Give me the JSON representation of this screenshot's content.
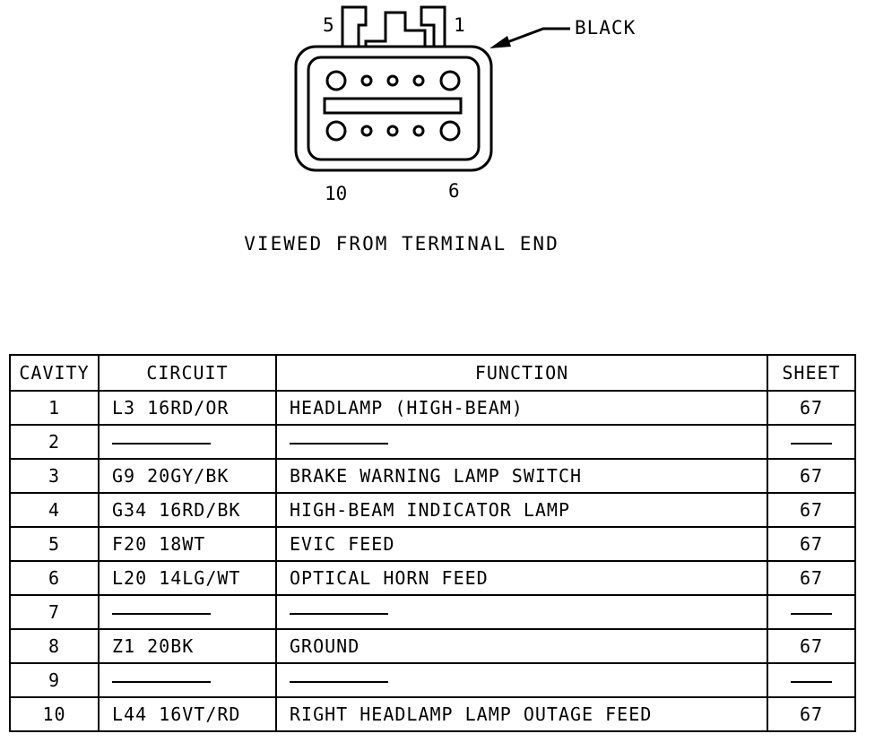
{
  "connector": {
    "pin_top_left": "5",
    "pin_top_right": "1",
    "pin_bottom_left": "10",
    "pin_bottom_right": "6",
    "color_label": "BLACK",
    "view_caption": "VIEWED FROM TERMINAL END"
  },
  "table": {
    "headers": {
      "cavity": "CAVITY",
      "circuit": "CIRCUIT",
      "function": "FUNCTION",
      "sheet": "SHEET"
    },
    "rows": [
      {
        "cavity": "1",
        "circuit": "L3 16RD/OR",
        "function": "HEADLAMP (HIGH-BEAM)",
        "sheet": "67"
      },
      {
        "cavity": "2",
        "circuit": "",
        "function": "",
        "sheet": ""
      },
      {
        "cavity": "3",
        "circuit": "G9 20GY/BK",
        "function": "BRAKE WARNING LAMP SWITCH",
        "sheet": "67"
      },
      {
        "cavity": "4",
        "circuit": "G34 16RD/BK",
        "function": "HIGH-BEAM INDICATOR LAMP",
        "sheet": "67"
      },
      {
        "cavity": "5",
        "circuit": "F20 18WT",
        "function": "EVIC FEED",
        "sheet": "67"
      },
      {
        "cavity": "6",
        "circuit": "L20 14LG/WT",
        "function": "OPTICAL HORN FEED",
        "sheet": "67"
      },
      {
        "cavity": "7",
        "circuit": "",
        "function": "",
        "sheet": ""
      },
      {
        "cavity": "8",
        "circuit": "Z1 20BK",
        "function": "GROUND",
        "sheet": "67"
      },
      {
        "cavity": "9",
        "circuit": "",
        "function": "",
        "sheet": ""
      },
      {
        "cavity": "10",
        "circuit": "L44 16VT/RD",
        "function": "RIGHT HEADLAMP LAMP OUTAGE FEED",
        "sheet": "67"
      }
    ]
  }
}
